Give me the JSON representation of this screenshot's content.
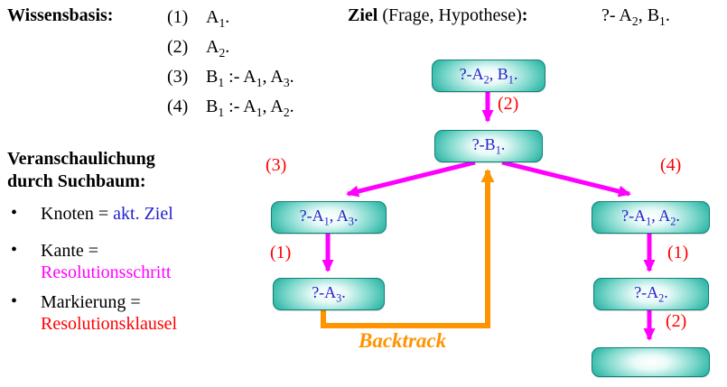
{
  "kb": {
    "title": "Wissensbasis:",
    "items": [
      {
        "num": "(1)",
        "clause": "A_1."
      },
      {
        "num": "(2)",
        "clause": "A_2."
      },
      {
        "num": "(3)",
        "clause": "B_1 :- A_1, A_3."
      },
      {
        "num": "(4)",
        "clause": "B_1 :- A_1, A_2."
      }
    ]
  },
  "goal": {
    "label_bold": "Ziel",
    "label_normal": " (Frage, Hypothese)",
    "label_colon": ":",
    "value": "?- A_2, B_1."
  },
  "legend": {
    "title_line1": "Veranschaulichung",
    "title_line2": "durch Suchbaum:",
    "bullet_char": "•",
    "bullets": [
      {
        "prefix": "Knoten = ",
        "term": "akt. Ziel"
      },
      {
        "prefix": "Kante =",
        "term": "Resolutionsschritt"
      },
      {
        "prefix": "Markierung =",
        "term": "Resolutionsklausel"
      }
    ]
  },
  "tree": {
    "nodes": [
      {
        "label": "?-A_2, B_1."
      },
      {
        "label": "?-B_1."
      },
      {
        "label": "?-A_1, A_3."
      },
      {
        "label": "?-A_3."
      },
      {
        "label": "?-A_1, A_2."
      },
      {
        "label": "?-A_2."
      },
      {
        "label": ""
      }
    ],
    "edge_labels": {
      "root_to_b1": "(2)",
      "b1_to_left": "(3)",
      "b1_to_right": "(4)",
      "left_child_step": "(1)",
      "right_child_step": "(1)",
      "right_child_step2": "(2)"
    },
    "backtrack_label": "Backtrack"
  },
  "colors": {
    "blue": "#2222cc",
    "magenta": "#ff00ff",
    "red": "#ff0000",
    "orange": "#ff9300",
    "node_teal": "#2ab4a4",
    "node_border": "#0e8176"
  }
}
